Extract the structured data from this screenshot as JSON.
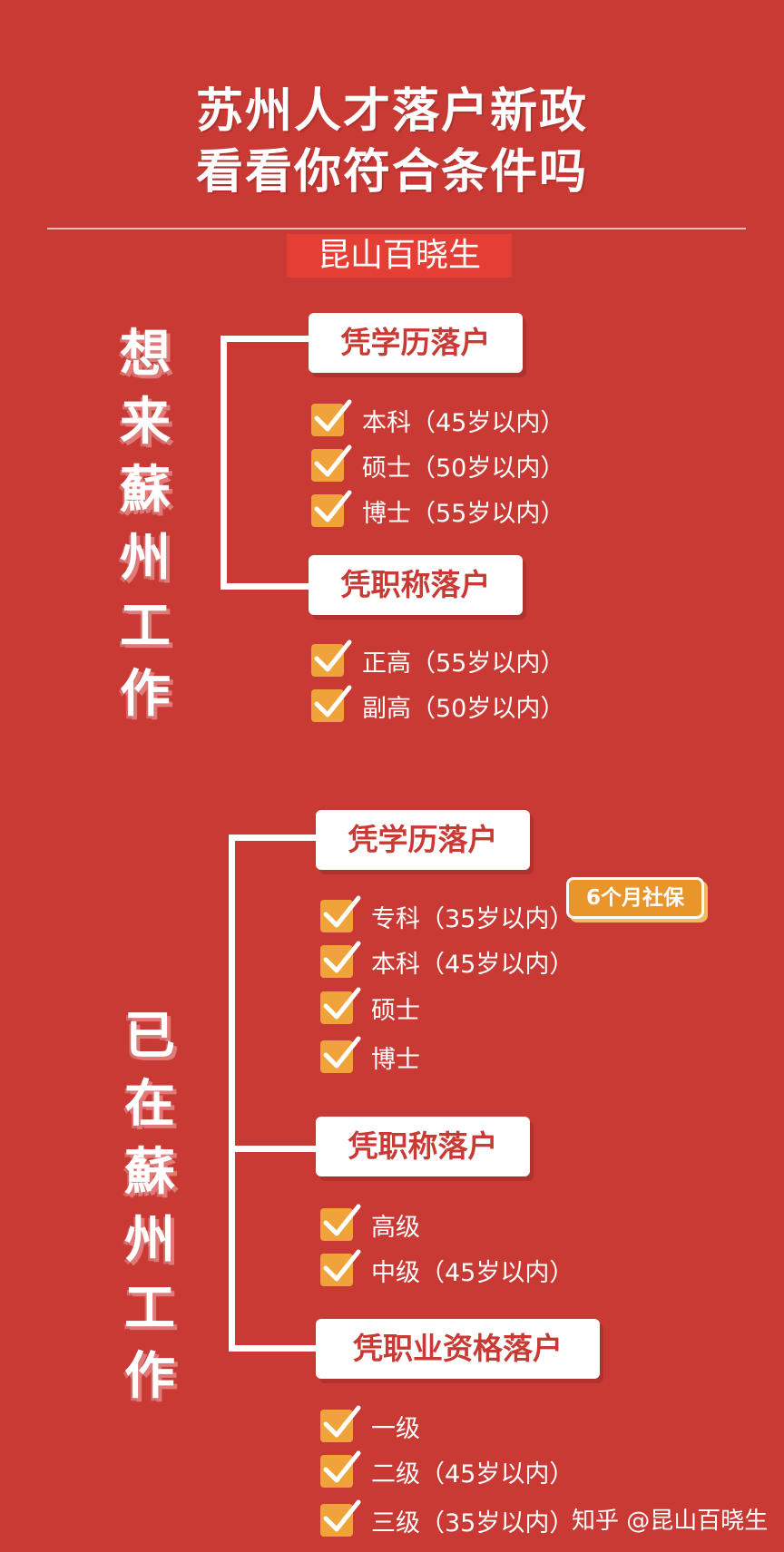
{
  "header": {
    "title_line1": "苏州人才落户新政",
    "title_line2": "看看你符合条件吗",
    "author": "昆山百晓生"
  },
  "section1": {
    "vertical_chars": [
      "想",
      "来",
      "蘇",
      "州",
      "工",
      "作"
    ],
    "edu_title": "凭学历落户",
    "edu_items": [
      "本科（45岁以内）",
      "硕士（50岁以内）",
      "博士（55岁以内）"
    ],
    "title_title": "凭职称落户",
    "title_items": [
      "正高（55岁以内）",
      "副高（50岁以内）"
    ]
  },
  "section2": {
    "vertical_chars": [
      "已",
      "在",
      "蘇",
      "州",
      "工",
      "作"
    ],
    "edu_title": "凭学历落户",
    "edu_items": [
      "专科（35岁以内）",
      "本科（45岁以内）",
      "硕士",
      "博士"
    ],
    "badge": "6个月社保",
    "title_title": "凭职称落户",
    "title_items": [
      "高级",
      "中级（45岁以内）"
    ],
    "qual_title": "凭职业资格落户",
    "qual_items": [
      "一级",
      "二级（45岁以内）",
      "三级（35岁以内）"
    ]
  },
  "watermark": "知乎 @昆山百晓生",
  "colors": {
    "background": "#c93a35",
    "check": "#f0a33a",
    "badge": "#e8962c",
    "author_badge": "#e53e35"
  },
  "icons": {
    "check": "check-icon"
  }
}
